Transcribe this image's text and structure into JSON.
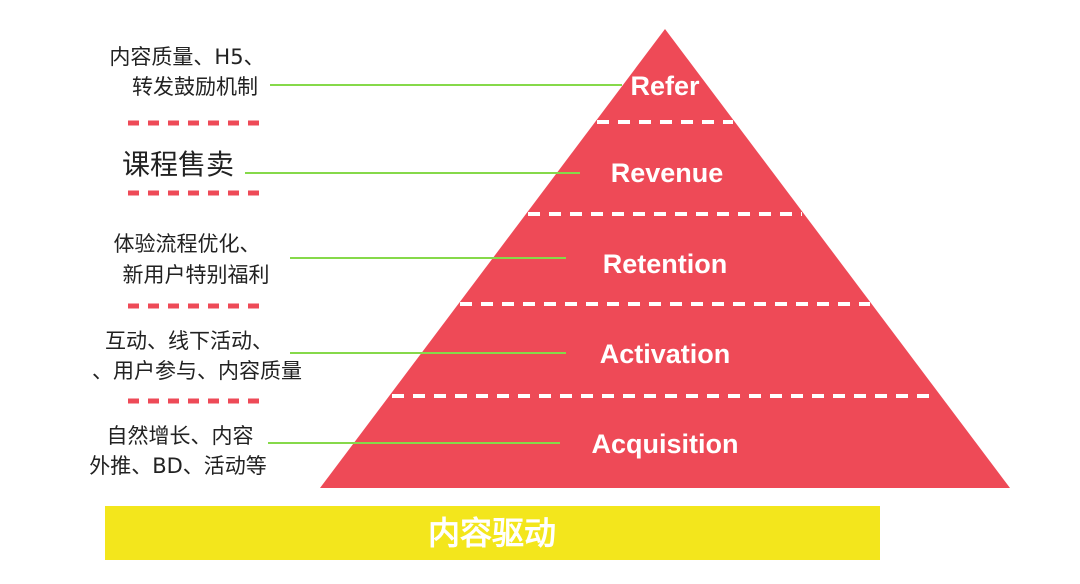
{
  "colors": {
    "pyramid": "#ee4a57",
    "connector": "#86d94a",
    "divider": "#ee4a57",
    "foundation": "#f3e61c"
  },
  "stages": [
    {
      "name": "Refer",
      "tactics": [
        "内容质量、H5、",
        "转发鼓励机制"
      ]
    },
    {
      "name": "Revenue",
      "tactics": [
        "课程售卖"
      ]
    },
    {
      "name": "Retention",
      "tactics": [
        "体验流程优化、",
        "新用户特别福利"
      ]
    },
    {
      "name": "Activation",
      "tactics": [
        "互动、线下活动、",
        "、用户参与、内容质量"
      ]
    },
    {
      "name": "Acquisition",
      "tactics": [
        "自然增长、内容",
        "外推、BD、活动等"
      ]
    }
  ],
  "foundation": "内容驱动"
}
